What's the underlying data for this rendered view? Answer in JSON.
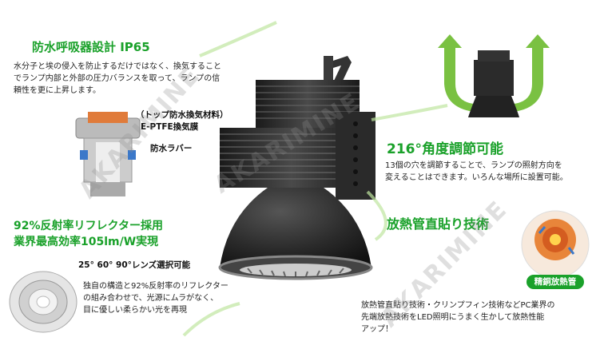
{
  "colors": {
    "accent_green": "#1aa12a",
    "dark_body": "#2b2b2b",
    "copper": "#d2691e"
  },
  "waterproof": {
    "title": "防水呼吸器設計 IP65",
    "description_lines": [
      "水分子と埃の侵入を防止するだけではなく、換気すること",
      "でランプ内部と外部の圧力バランスを取って、ランプの信",
      "頼性を更に上昇します。"
    ],
    "label_membrane_1": "（トップ防水換気材料）",
    "label_membrane_2": "E-PTFE換気膜",
    "label_rubber": "防水ラバー"
  },
  "angle": {
    "title": "216°角度調節可能",
    "description_lines": [
      "13個の穴を調節することで、ランプの照射方向を",
      "変えることはできます。いろんな場所に設置可能。"
    ],
    "rotate_icon": "rotate-arrows-icon"
  },
  "reflector": {
    "title_line1": "92%反射率リフレクター採用",
    "title_line2": "業界最高効率105lm/W実現",
    "lens_options": "25° 60° 90°レンズ選択可能",
    "description_lines": [
      "独自の構造と92%反射率のリフレクター",
      "の組み合わせで、光源にムラがなく、",
      "目に優しい柔らかい光を再現"
    ]
  },
  "heat": {
    "title": "放熱管直貼り技術",
    "badge": "精銅放熱管",
    "description_lines": [
      "放熱管直貼り技術・クリンプフィン技術などPC業界の",
      "先端放熱技術をLED照明にうまく生かして放熱性能",
      "アップ！"
    ]
  },
  "watermark_text": "AKARIMINE"
}
